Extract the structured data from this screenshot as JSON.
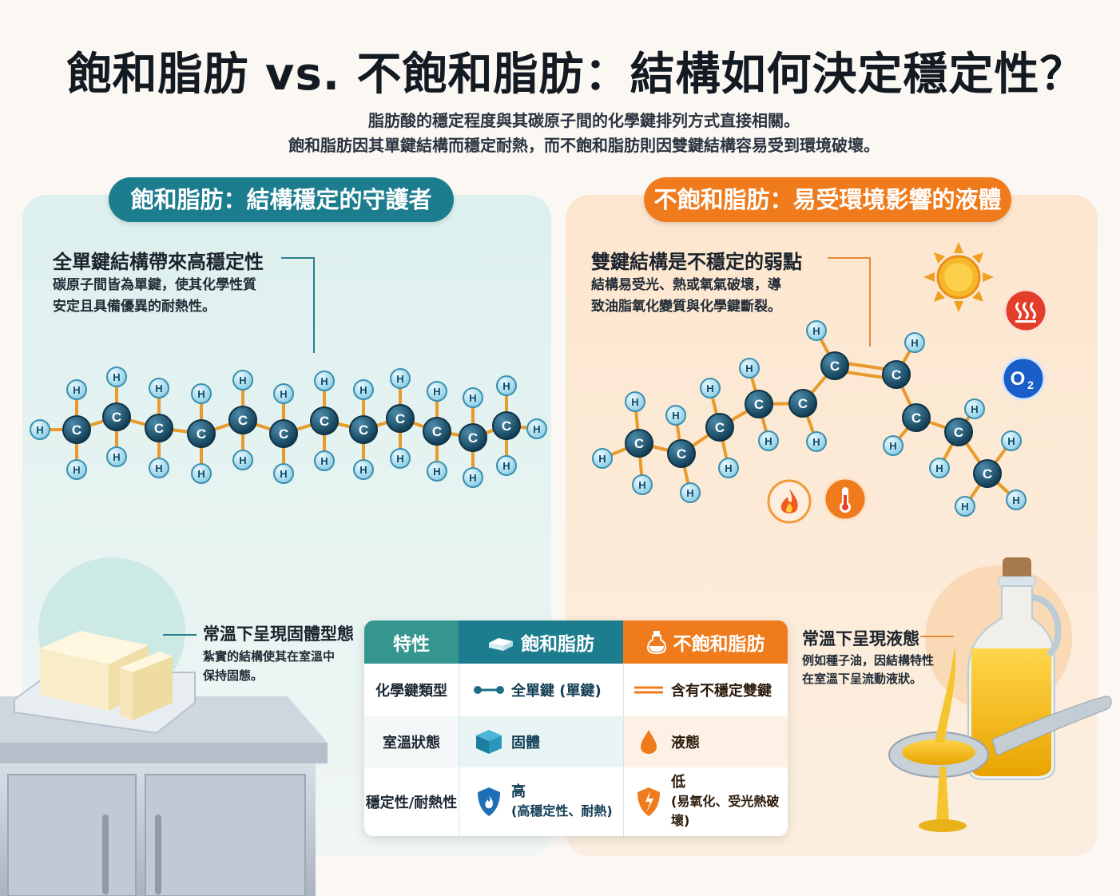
{
  "header": {
    "title": "飽和脂肪 vs. 不飽和脂肪：結構如何決定穩定性？",
    "subtitle_line1": "脂肪酸的穩定程度與其碳原子間的化學鍵排列方式直接相關。",
    "subtitle_line2": "飽和脂肪因其單鍵結構而穩定耐熱，而不飽和脂肪則因雙鍵結構容易受到環境破壞。"
  },
  "saturated": {
    "pill": "飽和脂肪：結構穩定的守護者",
    "heading": "全單鍵結構帶來高穩定性",
    "desc_line1": "碳原子間皆為單鍵，使其化學性質",
    "desc_line2": "安定且具備優異的耐熱性。",
    "state_heading": "常溫下呈現固體型態",
    "state_desc_line1": "紮實的結構使其在室溫中",
    "state_desc_line2": "保持固態。"
  },
  "unsaturated": {
    "pill": "不飽和脂肪：易受環境影響的液體",
    "heading": "雙鍵結構是不穩定的弱點",
    "desc_line1": "結構易受光、熱或氧氣破壞，導",
    "desc_line2": "致油脂氧化變質與化學鍵斷裂。",
    "state_heading": "常溫下呈現液態",
    "state_desc_line1": "例如種子油，因結構特性",
    "state_desc_line2": "在室溫下呈流動液狀。"
  },
  "atoms": {
    "carbon": "C",
    "hydrogen": "H",
    "oxygen_symbol": "O",
    "oxygen_sub": "2"
  },
  "table": {
    "header": {
      "property": "特性",
      "saturated": "飽和脂肪",
      "unsaturated": "不飽和脂肪"
    },
    "rows": [
      {
        "property": "化學鍵類型",
        "saturated": "全單鍵 (單鍵)",
        "unsaturated": "含有不穩定雙鍵"
      },
      {
        "property": "室溫狀態",
        "saturated": "固體",
        "unsaturated": "液態"
      },
      {
        "property": "穩定性/耐熱性",
        "saturated": "高",
        "saturated_note": "(高穩定性、耐熱)",
        "unsaturated": "低",
        "unsaturated_note": "(易氧化、受光熱破壞)"
      }
    ]
  },
  "colors": {
    "teal": "#1c7d8f",
    "orange": "#f07b1c",
    "carbon": "#1b4f68",
    "hydrogen": "#8fd0e8"
  }
}
